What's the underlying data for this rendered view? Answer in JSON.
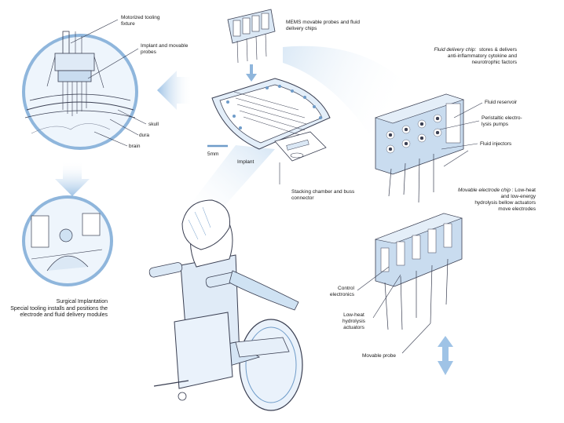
{
  "labels": {
    "motorized_tooling_1": "Motorized tooling",
    "motorized_tooling_2": "fixture",
    "implant_probes_1": "Implant and movable",
    "implant_probes_2": "probes",
    "skull": "skull",
    "dura": "dura",
    "brain": "brain",
    "mems_1": "MEMS movable probes and fluid",
    "mems_2": "delivery chips",
    "scale": "5mm",
    "implant": "Implant",
    "stacking_1": "Stacking chamber and buss",
    "stacking_2": "connector",
    "fluid_chip_title": "Fluid delivery chip:",
    "fluid_chip_1": "stores & delivers",
    "fluid_chip_2": "anti-inflammatory cytokine and",
    "fluid_chip_3": "neurotrophic factors",
    "fluid_reservoir": "Fluid reservoir",
    "peristaltic_1": "Peristaltic electro-",
    "peristaltic_2": "lysis pumps",
    "fluid_injectors": "Fluid injectors",
    "electrode_chip_title": "Movable electrode chip :",
    "electrode_chip_1": "Low-heat",
    "electrode_chip_2": "and low-energy",
    "electrode_chip_3": "hydrolysis bellow actuators",
    "electrode_chip_4": "move electrodes",
    "control_1": "Control",
    "control_2": "electronics",
    "lowheat_1": "Low-heat",
    "lowheat_2": "hydrolysis",
    "lowheat_3": "actuators",
    "movable_probe": "Movable probe",
    "surgical_title": "Surgical Implantation",
    "surgical_1": "Special tooling installs and positions the",
    "surgical_2": "electrode and fluid delivery modules"
  },
  "colors": {
    "ink": "#3a3f52",
    "blue_light": "#cfe2f3",
    "blue_mid": "#9fc3e6",
    "blue_arrow": "#a9c8e6",
    "blue_dark": "#6f9cc9"
  }
}
